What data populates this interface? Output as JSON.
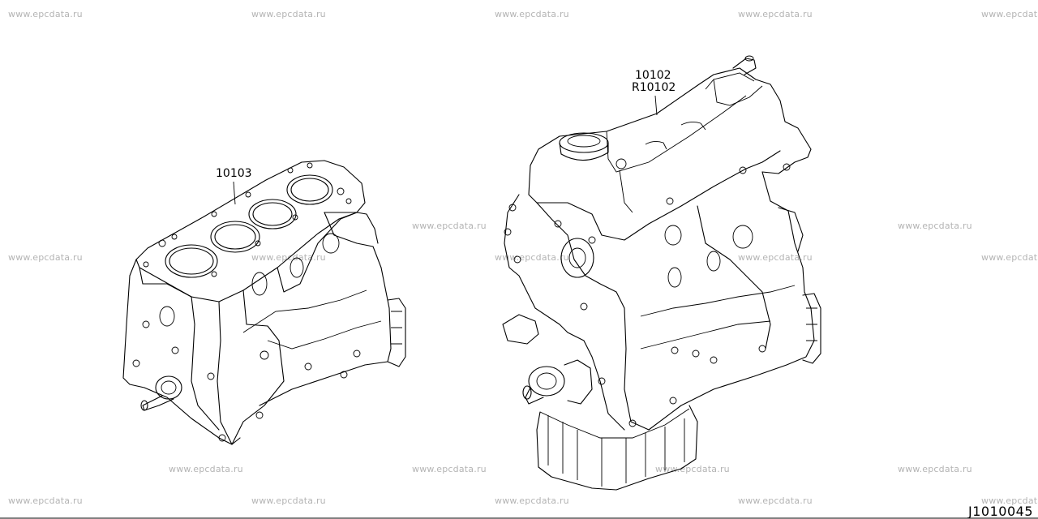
{
  "watermark": "www.epcdata.ru",
  "parts": {
    "short_engine": {
      "number": "10103"
    },
    "bare_engine": {
      "number": "10102",
      "alt_number": "R10102"
    }
  },
  "diagram_id": "J1010045"
}
